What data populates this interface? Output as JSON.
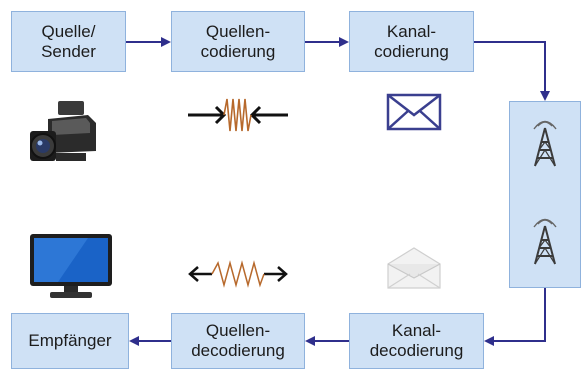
{
  "diagram": {
    "source": "Quelle/\nSender",
    "source_coding": "Quellen-\ncodierung",
    "channel_coding": "Kanal-\ncodierung",
    "channel_decoding": "Kanal-\ndecodierung",
    "source_decoding": "Quellen-\ndecodierung",
    "receiver": "Empfänger"
  },
  "icons": {
    "camera": "video-camera-icon",
    "compress": "compressed-spring-icon",
    "envelope_closed": "closed-envelope-icon",
    "tower": "radio-tower-icon",
    "monitor": "tv-monitor-icon",
    "expand": "expanded-spring-icon",
    "envelope_open": "open-envelope-icon"
  },
  "colors": {
    "box_fill": "#cfe1f5",
    "box_border": "#8fb2dd",
    "arrow": "#2f2f8c"
  }
}
